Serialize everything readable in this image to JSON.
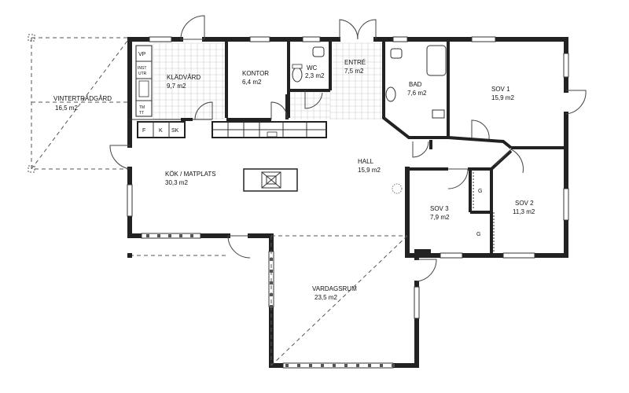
{
  "rooms": {
    "vintertradgard": {
      "name": "VINTERTRÄDGÅRD",
      "area": "16,5 m2"
    },
    "kladvard": {
      "name": "KLÄDVÅRD",
      "area": "9,7 m2"
    },
    "kontor": {
      "name": "KONTOR",
      "area": "6,4 m2"
    },
    "wc": {
      "name": "WC",
      "area": "2,3 m2"
    },
    "entre": {
      "name": "ENTRÉ",
      "area": "7,5 m2"
    },
    "bad": {
      "name": "BAD",
      "area": "7,6 m2"
    },
    "sov1": {
      "name": "SOV 1",
      "area": "15,9 m2"
    },
    "kok": {
      "name": "KÖK / MATPLATS",
      "area": "30,3 m2"
    },
    "hall": {
      "name": "HALL",
      "area": "15,9 m2"
    },
    "sov3": {
      "name": "SOV 3",
      "area": "7,9 m2"
    },
    "sov2": {
      "name": "SOV 2",
      "area": "11,3 m2"
    },
    "vardagsrum": {
      "name": "VARDAGSRUM",
      "area": "23,5 m2"
    }
  },
  "fixtures": {
    "vp": "VP",
    "inst_utr_1": "INST",
    "inst_utr_2": "UTR",
    "tm_tt_1": "TM",
    "tm_tt_2": "TT",
    "f": "F",
    "k": "K",
    "sk": "SK",
    "g_upper": "G",
    "g_lower": "G"
  }
}
